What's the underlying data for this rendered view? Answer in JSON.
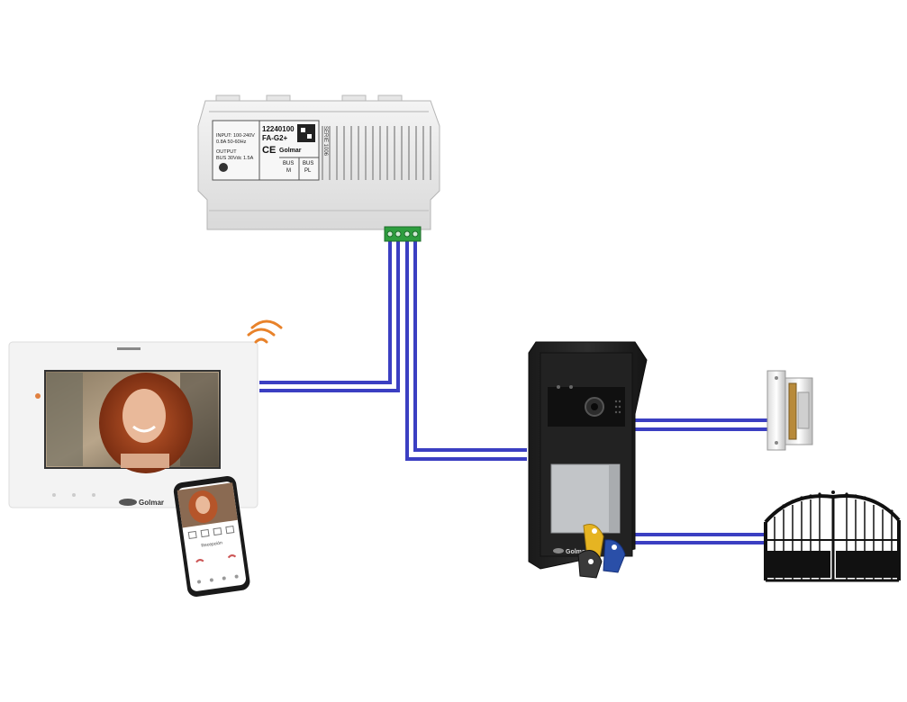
{
  "power_supply": {
    "ref": "12240100",
    "model": "FA-G2+",
    "brand": "Golmar",
    "input_label": "INPUT: 100-240V",
    "input_sub": "0.8A 50-60Hz",
    "output_label": "OUTPUT",
    "output_sub": "BUS 30Vdc 1.5A",
    "bus_a": "BUS",
    "bus_b": "BUS",
    "term_m": "M",
    "term_pl": "PL",
    "side_label": "SERIE 1006",
    "terminal_color": "#2e9e3f"
  },
  "monitor": {
    "brand": "Golmar",
    "wifi_color": "#e8822a"
  },
  "phone": {
    "caption": "Recepción"
  },
  "door_panel": {
    "brand": "Golmar",
    "tag_colors": [
      "#e6b422",
      "#2a4fa8",
      "#3a3a3a"
    ]
  },
  "colors": {
    "bus_wire": "#3b3fc2"
  }
}
